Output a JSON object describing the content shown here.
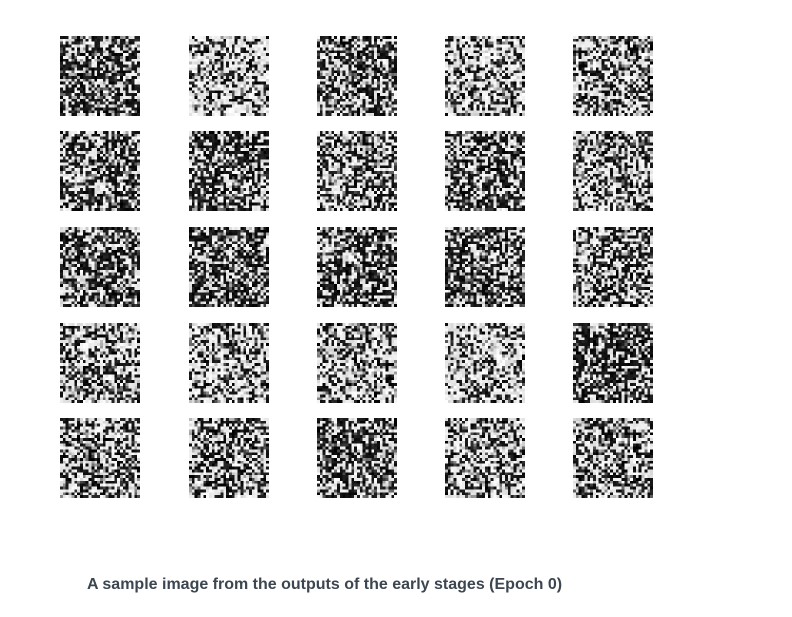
{
  "caption": "A sample image from the outputs of the early stages (Epoch 0)",
  "figure": {
    "rows": 5,
    "cols": 5,
    "pixels_per_side": 28,
    "samples": [
      {
        "tone": 0.35
      },
      {
        "tone": 0.7
      },
      {
        "tone": 0.45
      },
      {
        "tone": 0.62
      },
      {
        "tone": 0.5
      },
      {
        "tone": 0.45
      },
      {
        "tone": 0.35
      },
      {
        "tone": 0.5
      },
      {
        "tone": 0.4
      },
      {
        "tone": 0.55
      },
      {
        "tone": 0.38
      },
      {
        "tone": 0.35
      },
      {
        "tone": 0.42
      },
      {
        "tone": 0.35
      },
      {
        "tone": 0.5
      },
      {
        "tone": 0.58
      },
      {
        "tone": 0.6
      },
      {
        "tone": 0.58
      },
      {
        "tone": 0.7
      },
      {
        "tone": 0.35
      },
      {
        "tone": 0.52
      },
      {
        "tone": 0.48
      },
      {
        "tone": 0.4
      },
      {
        "tone": 0.55
      },
      {
        "tone": 0.48
      }
    ]
  }
}
